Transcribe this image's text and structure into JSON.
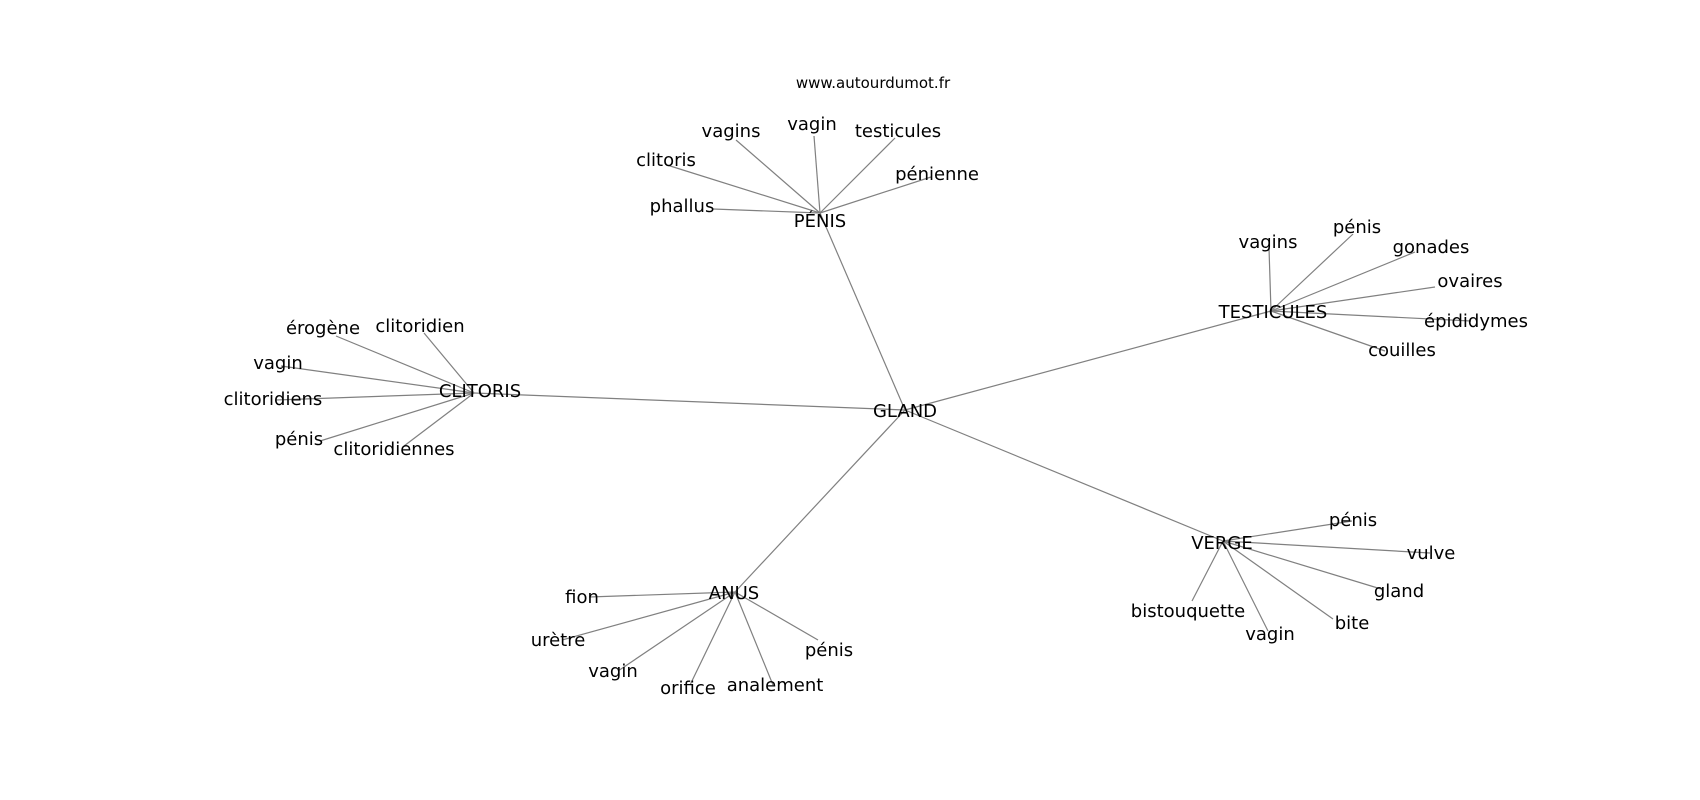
{
  "site": "www.autourdumot.fr",
  "center": "GLAND",
  "hubs": [
    {
      "label": "PÉNIS",
      "leaves": [
        "phallus",
        "clitoris",
        "vagins",
        "vagin",
        "testicules",
        "pénienne"
      ]
    },
    {
      "label": "TESTICULES",
      "leaves": [
        "vagins",
        "pénis",
        "gonades",
        "ovaires",
        "épididymes",
        "couilles"
      ]
    },
    {
      "label": "CLITORIS",
      "leaves": [
        "érogène",
        "clitoridien",
        "vagin",
        "clitoridiens",
        "pénis",
        "clitoridiennes"
      ]
    },
    {
      "label": "ANUS",
      "leaves": [
        "fion",
        "urètre",
        "vagin",
        "orifice",
        "analement",
        "pénis"
      ]
    },
    {
      "label": "VERGE",
      "leaves": [
        "pénis",
        "vulve",
        "gland",
        "bite",
        "vagin",
        "bistouquette"
      ]
    }
  ]
}
